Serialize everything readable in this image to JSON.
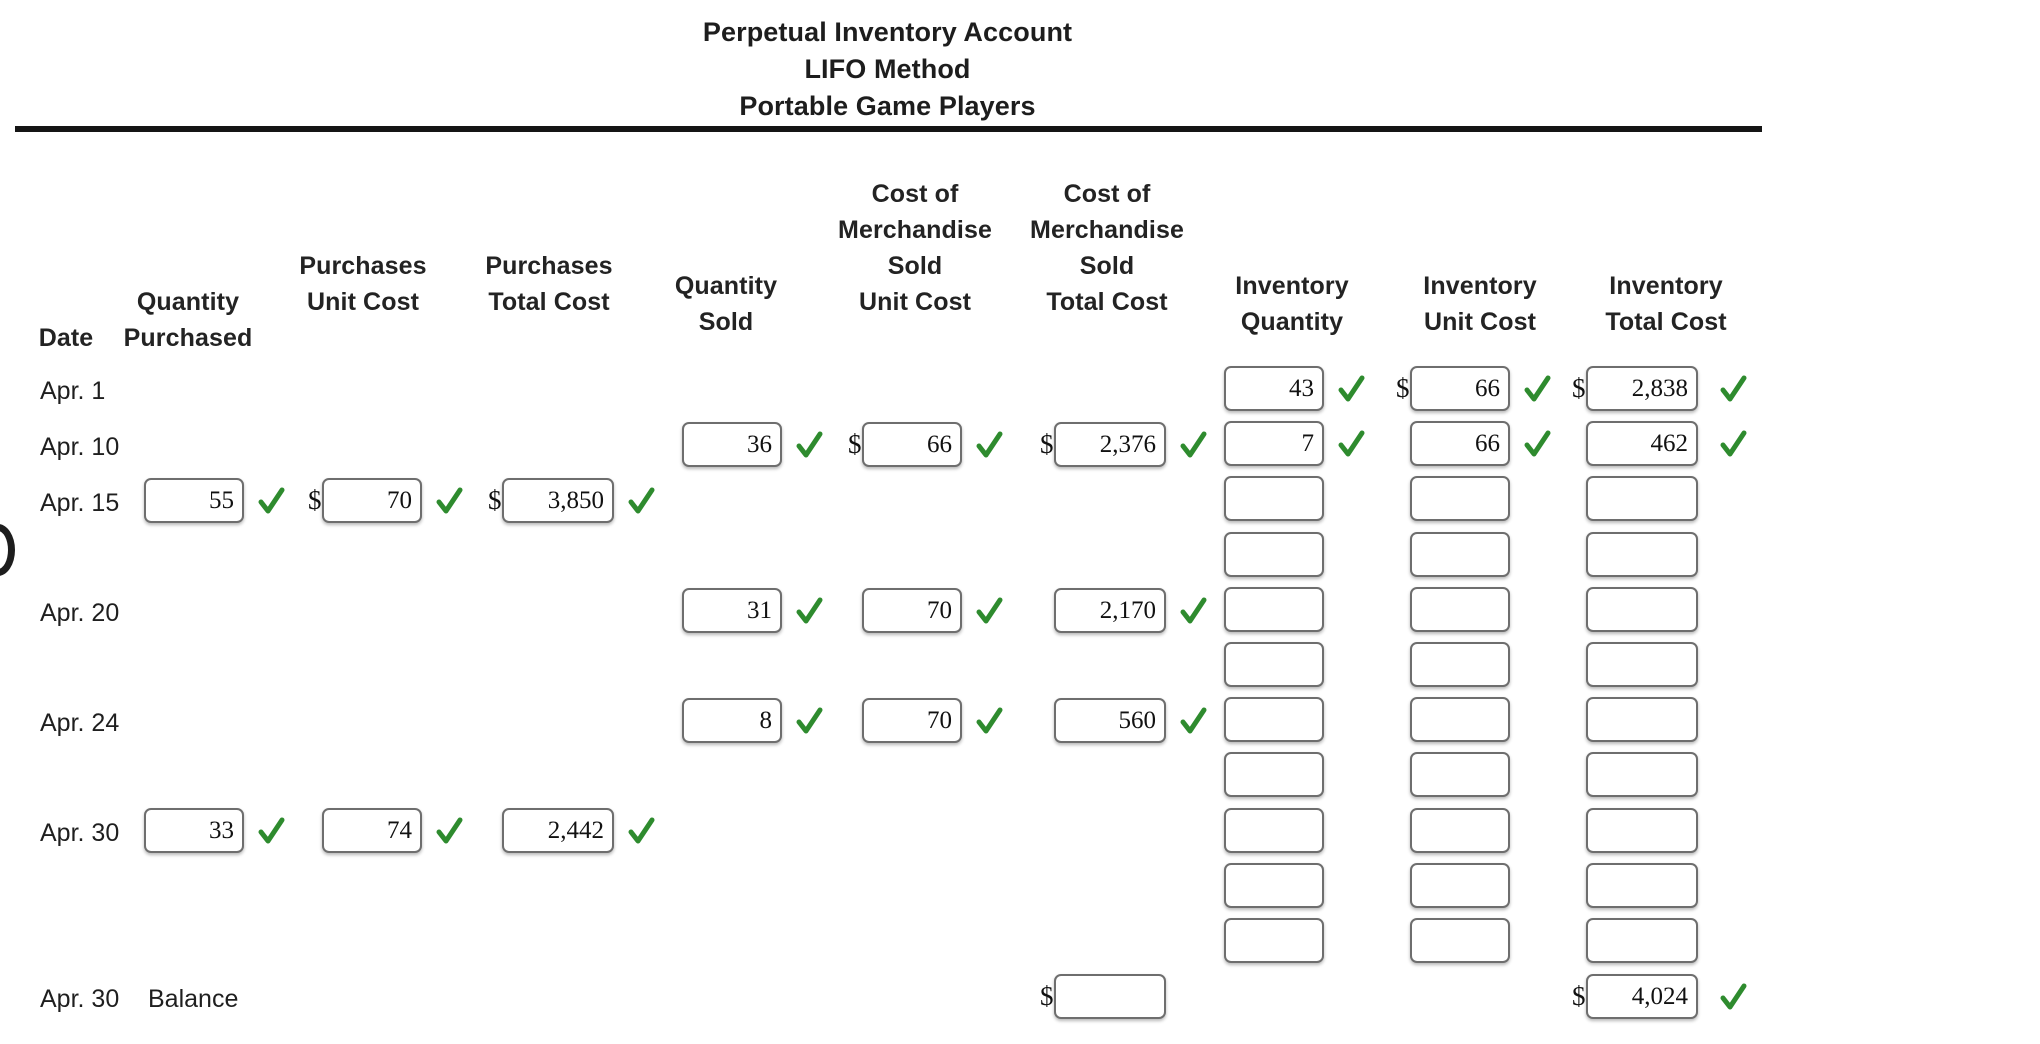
{
  "title": {
    "line1": "Perpetual Inventory Account",
    "line2": "LIFO Method",
    "line3": "Portable Game Players"
  },
  "colors": {
    "check_green": "#2e8b2e",
    "rule_black": "#151515",
    "text": "#1d1d1d",
    "box_border": "#6e6e6e"
  },
  "headers": {
    "date": "Date",
    "qty_purchased_l1": "Quantity",
    "qty_purchased_l2": "Purchased",
    "purch_unit_l1": "Purchases",
    "purch_unit_l2": "Unit Cost",
    "purch_total_l1": "Purchases",
    "purch_total_l2": "Total Cost",
    "qty_sold_l1": "Quantity",
    "qty_sold_l2": "Sold",
    "cms_unit_l1": "Cost of",
    "cms_unit_l2": "Merchandise",
    "cms_unit_l3": "Sold",
    "cms_unit_l4": "Unit Cost",
    "cms_total_l1": "Cost of",
    "cms_total_l2": "Merchandise",
    "cms_total_l3": "Sold",
    "cms_total_l4": "Total Cost",
    "inv_qty_l1": "Inventory",
    "inv_qty_l2": "Quantity",
    "inv_unit_l1": "Inventory",
    "inv_unit_l2": "Unit Cost",
    "inv_total_l1": "Inventory",
    "inv_total_l2": "Total Cost"
  },
  "dates": {
    "apr1": "Apr. 1",
    "apr10": "Apr. 10",
    "apr15": "Apr. 15",
    "apr20": "Apr. 20",
    "apr24": "Apr. 24",
    "apr30": "Apr. 30",
    "apr30_balance_date": "Apr. 30",
    "balance_label": "Balance"
  },
  "symbols": {
    "dollar": "$",
    "check": "✓"
  },
  "purchases": [
    {
      "row": "apr15",
      "qty": "55",
      "unit": "70",
      "total": "3,850",
      "qty_check": true,
      "unit_check": true,
      "total_check": true,
      "unit_dollar": true,
      "total_dollar": true
    },
    {
      "row": "apr30",
      "qty": "33",
      "unit": "74",
      "total": "2,442",
      "qty_check": true,
      "unit_check": true,
      "total_check": true,
      "unit_dollar": false,
      "total_dollar": false
    }
  ],
  "sold": [
    {
      "row": "apr10",
      "qty": "36",
      "unit": "66",
      "total": "2,376",
      "qty_check": true,
      "unit_check": true,
      "total_check": true,
      "unit_dollar": true,
      "total_dollar": true
    },
    {
      "row": "apr20",
      "qty": "31",
      "unit": "70",
      "total": "2,170",
      "qty_check": true,
      "unit_check": true,
      "total_check": true,
      "unit_dollar": false,
      "total_dollar": false
    },
    {
      "row": "apr24",
      "qty": "8",
      "unit": "70",
      "total": "560",
      "qty_check": true,
      "unit_check": true,
      "total_check": true,
      "unit_dollar": false,
      "total_dollar": false
    }
  ],
  "inventory_quantity": [
    "43",
    "7",
    "",
    "",
    "",
    "",
    "",
    "",
    "",
    "",
    ""
  ],
  "inventory_unit_cost": [
    "66",
    "66",
    "",
    "",
    "",
    "",
    "",
    "",
    "",
    "",
    ""
  ],
  "inventory_total_cost": [
    "2,838",
    "462",
    "",
    "",
    "",
    "",
    "",
    "",
    "",
    "",
    ""
  ],
  "inventory_checks": {
    "quantity": [
      true,
      true,
      false,
      false,
      false,
      false,
      false,
      false,
      false,
      false,
      false
    ],
    "unit_cost": [
      true,
      true,
      false,
      false,
      false,
      false,
      false,
      false,
      false,
      false,
      false
    ],
    "total_cost": [
      true,
      true,
      false,
      false,
      false,
      false,
      false,
      false,
      false,
      false,
      false
    ]
  },
  "inventory_dollars": {
    "unit_cost_row0": "$",
    "total_cost_row0": "$"
  },
  "balance_row": {
    "cms_total_value": "",
    "cms_total_dollar": "$",
    "inv_total_value": "4,024",
    "inv_total_dollar": "$",
    "inv_total_check": true
  }
}
